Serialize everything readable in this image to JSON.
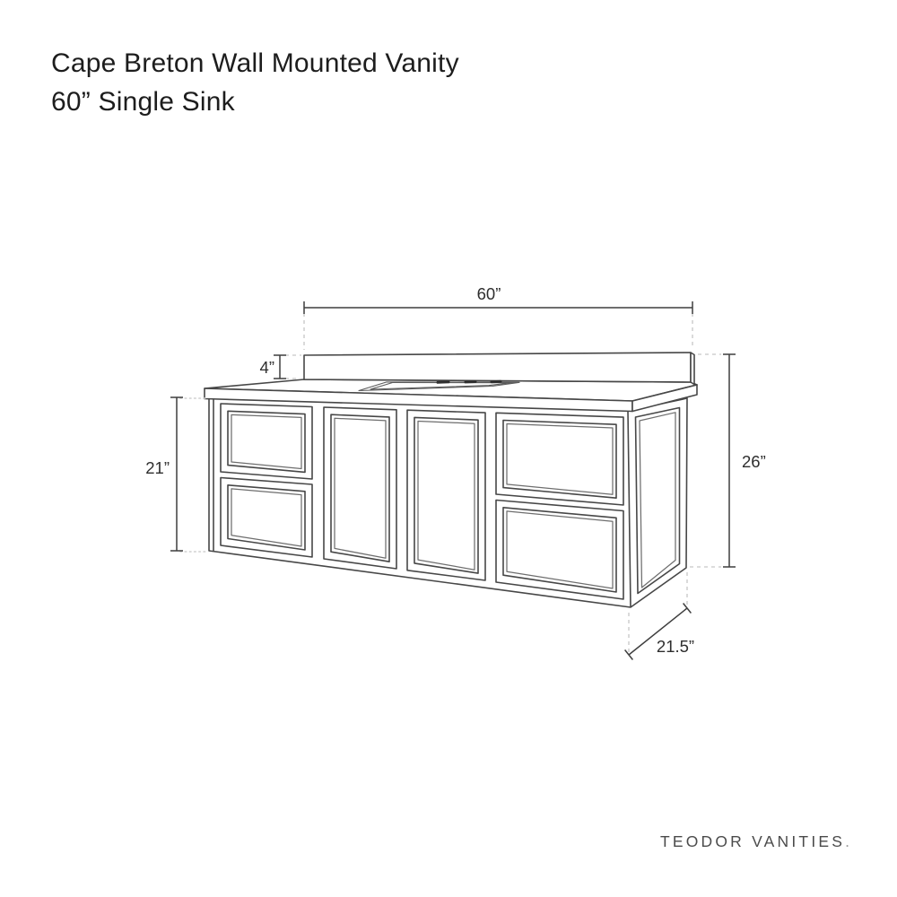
{
  "title": {
    "line1": "Cape Breton Wall Mounted Vanity",
    "line2": "60” Single Sink"
  },
  "dimensions": {
    "width": "60”",
    "backsplash_height": "4”",
    "cabinet_height": "21”",
    "overall_height": "26”",
    "depth": "21.5”"
  },
  "brand": {
    "name": "TEODOR VANITIES",
    "mark": "."
  },
  "colors": {
    "background": "#ffffff",
    "line": "#474747",
    "dimension_line": "#3f3f3f",
    "leader_dash": "#c7c7c7",
    "text": "#1d1d1d",
    "brand_text": "#4b4b4b",
    "brand_mark": "#9a9a9a"
  }
}
